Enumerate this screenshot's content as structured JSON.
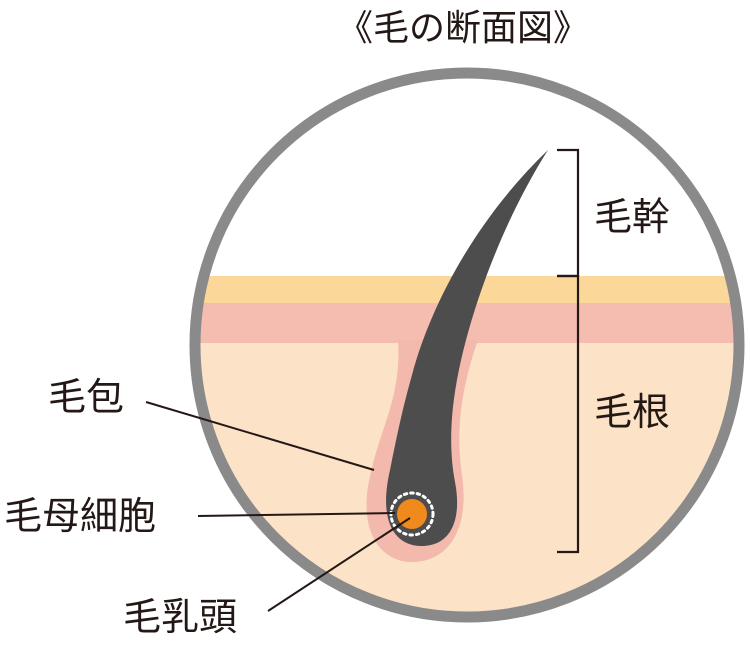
{
  "title": "《毛の断面図》",
  "labels": {
    "hair_shaft": "毛幹",
    "hair_root": "毛根",
    "follicle": "毛包",
    "matrix_cells": "毛母細胞",
    "papilla": "毛乳頭"
  },
  "colors": {
    "ring": "#8a8a8a",
    "epidermis_top": "#fbd89a",
    "epidermis": "#f5bcb0",
    "dermis": "#fce3c8",
    "sheath": "#f3b9ad",
    "hair": "#4d4d4d",
    "papilla": "#f08a1c",
    "leader_line": "#231815",
    "text": "#231815"
  }
}
